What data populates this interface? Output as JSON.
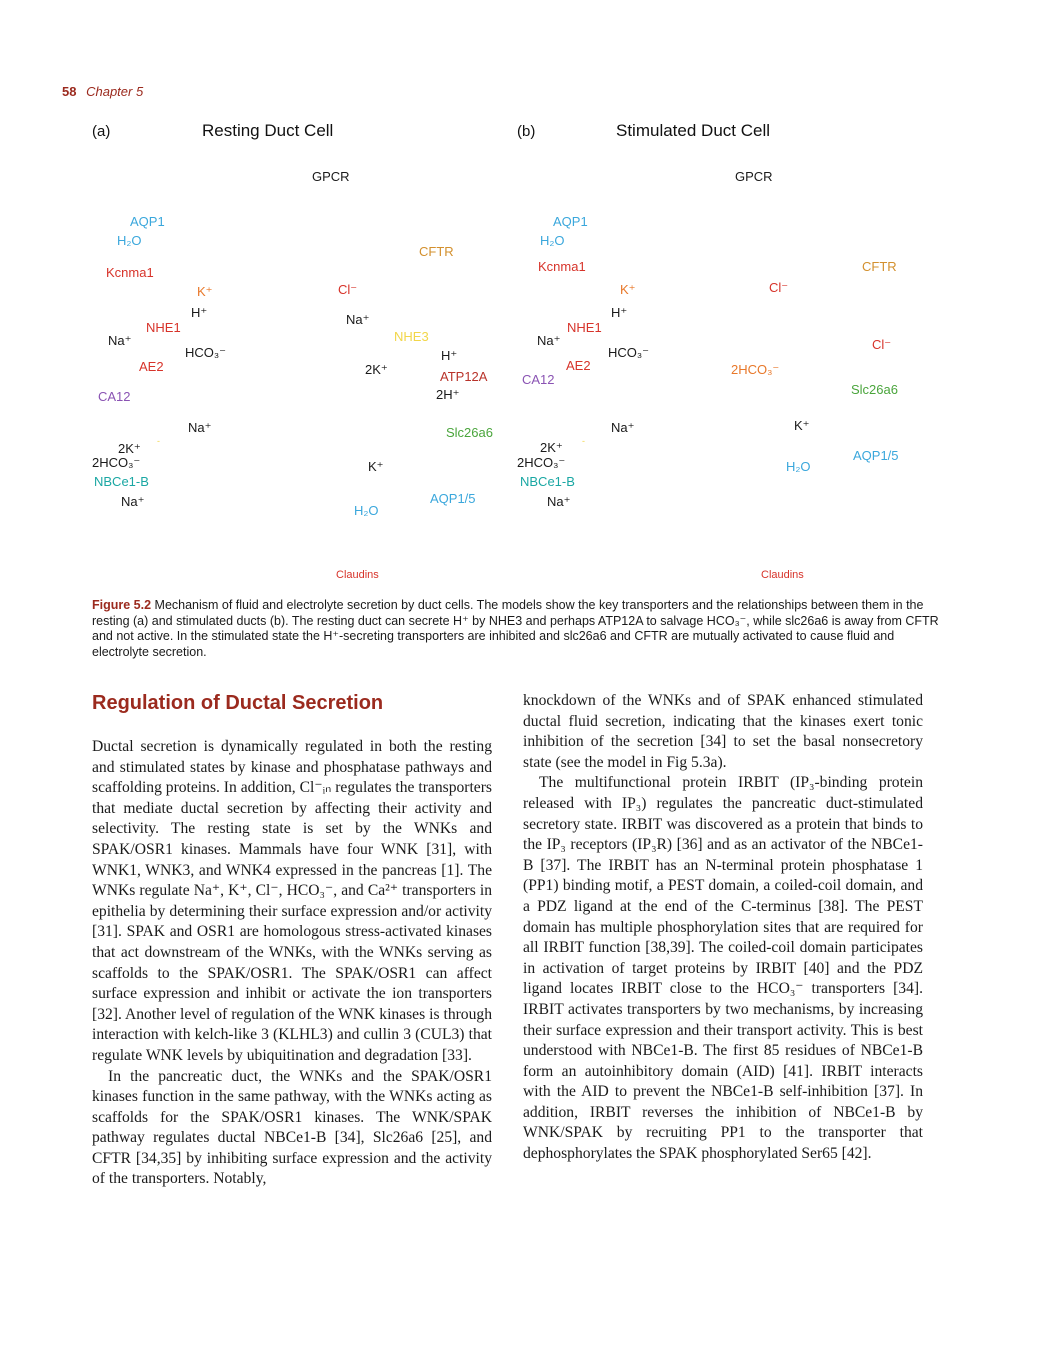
{
  "running_head": {
    "page_number": "58",
    "chapter": "Chapter 5"
  },
  "figure": {
    "panel_a": {
      "letter": "(a)",
      "title": "Resting Duct Cell",
      "labels": {
        "gpcr": "GPCR",
        "aqp1": "AQP1",
        "h2o_top": "H₂O",
        "kcnma1": "Kcnma1",
        "k_plus": "K⁺",
        "cl_minus": "Cl⁻",
        "cftr": "CFTR",
        "h_plus": "H⁺",
        "na_plus_apical": "Na⁺",
        "nhe1": "NHE1",
        "na_plus_left": "Na⁺",
        "nhe3": "NHE3",
        "hco3": "HCO₃⁻",
        "h_plus_2": "H⁺",
        "ae2": "AE2",
        "two_k": "2K⁺",
        "atp12a": "ATP12A",
        "two_h": "2H⁺",
        "ca12": "CA12",
        "na_plus_mid": "Na⁺",
        "slc26a6": "Slc26a6",
        "two_k_baso": "2K⁺",
        "two_hco3": "2HCO₃⁻",
        "k_plus_2": "K⁺",
        "nbce1b": "NBCe1-B",
        "aqp15": "AQP1/5",
        "na_plus_bottom": "Na⁺",
        "h2o_bottom": "H₂O",
        "claudins": "Claudins"
      }
    },
    "panel_b": {
      "letter": "(b)",
      "title": "Stimulated Duct Cell",
      "labels": {
        "gpcr": "GPCR",
        "aqp1": "AQP1",
        "h2o_top": "H₂O",
        "kcnma1": "Kcnma1",
        "cftr": "CFTR",
        "k_plus": "K⁺",
        "cl_minus": "Cl⁻",
        "h_plus": "H⁺",
        "nhe1": "NHE1",
        "na_plus_left": "Na⁺",
        "cl_minus_2": "Cl⁻",
        "hco3": "HCO₃⁻",
        "ae2": "AE2",
        "two_hco3_apical": "2HCO₃⁻",
        "ca12": "CA12",
        "slc26a6": "Slc26a6",
        "na_plus_mid": "Na⁺",
        "k_plus_2": "K⁺",
        "two_k_baso": "2K⁺",
        "aqp15": "AQP1/5",
        "two_hco3": "2HCO₃⁻",
        "h2o_bottom": "H₂O",
        "nbce1b": "NBCe1-B",
        "na_plus_bottom": "Na⁺",
        "claudins": "Claudins"
      }
    },
    "caption": {
      "label": "Figure 5.2",
      "text": "Mechanism of fluid and electrolyte secretion by duct cells. The models show the key transporters and the relationships between them in the resting (a) and stimulated ducts (b). The resting duct can secrete H⁺ by NHE3 and perhaps ATP12A to salvage HCO₃⁻, while slc26a6 is away from CFTR and not active. In the stimulated state the H⁺-secreting transporters are inhibited and slc26a6 and CFTR are mutually activated to cause fluid and electrolyte secretion."
    }
  },
  "section": {
    "heading": "Regulation of Ductal Secretion",
    "left_paragraphs": [
      "Ductal secretion is dynamically regulated in both the resting and stimulated states by kinase and phosphatase pathways and scaffolding proteins. In addition, Cl⁻ᵢₙ regulates the transporters that mediate ductal secretion by affecting their activity and selectivity. The resting state is set by the WNKs and SPAK/OSR1 kinases. Mammals have four WNK [31], with WNK1, WNK3, and WNK4 expressed in the pancreas [1]. The WNKs regulate Na⁺, K⁺, Cl⁻, HCO₃⁻, and Ca²⁺ transporters in epithelia by determining their surface expression and/or activity [31]. SPAK and OSR1 are homologous stress-activated kinases that act downstream of the WNKs, with the WNKs serving as scaffolds to the SPAK/OSR1. The SPAK/OSR1 can affect surface expression and inhibit or activate the ion transporters [32]. Another level of regulation of the WNK kinases is through interaction with kelch-like 3 (KLHL3) and cullin 3 (CUL3) that regulate WNK levels by ubiquitination and degradation [33].",
      "In the pancreatic duct, the WNKs and the SPAK/OSR1 kinases function in the same pathway, with the WNKs acting as scaffolds for the SPAK/OSR1 kinases. The WNK/SPAK pathway regulates ductal NBCe1-B [34], Slc26a6 [25], and CFTR [34,35] by inhibiting surface expression and the activity of the transporters. Notably,"
    ],
    "right_paragraphs": [
      "knockdown of the WNKs and of SPAK enhanced stimulated ductal fluid secretion, indicating that the kinases exert tonic inhibition of the secretion [34] to set the basal nonsecretory state (see the model in Fig 5.3a).",
      "The multifunctional protein IRBIT (IP₃-binding protein released with IP₃) regulates the pancreatic duct-stimulated secretory state. IRBIT was discovered as a protein that binds to the IP₃ receptors (IP₃R) [36] and as an activator of the NBCe1-B [37]. The IRBIT has an N-terminal protein phosphatase 1 (PP1) binding motif, a PEST domain, a coiled-coil domain, and a PDZ ligand at the end of the C-terminus [38]. The PEST domain has multiple phosphorylation sites that are required for all IRBIT function [38,39]. The coiled-coil domain participates in activation of target proteins by IRBIT [40] and the PDZ ligand locates IRBIT close to the HCO₃⁻ transporters [34]. IRBIT activates transporters by two mechanisms, by increasing their surface expression and their transport activity. This is best understood with NBCe1-B. The first 85 residues of NBCe1-B form an autoinhibitory domain (AID) [41]. IRBIT interacts with the AID to prevent the NBCe1-B self-inhibition [37]. In addition, IRBIT reverses the inhibition of NBCe1-B by WNK/SPAK by recruiting PP1 to the transporter that dephosphorylates the SPAK phosphorylated Ser65 [42]."
    ]
  }
}
